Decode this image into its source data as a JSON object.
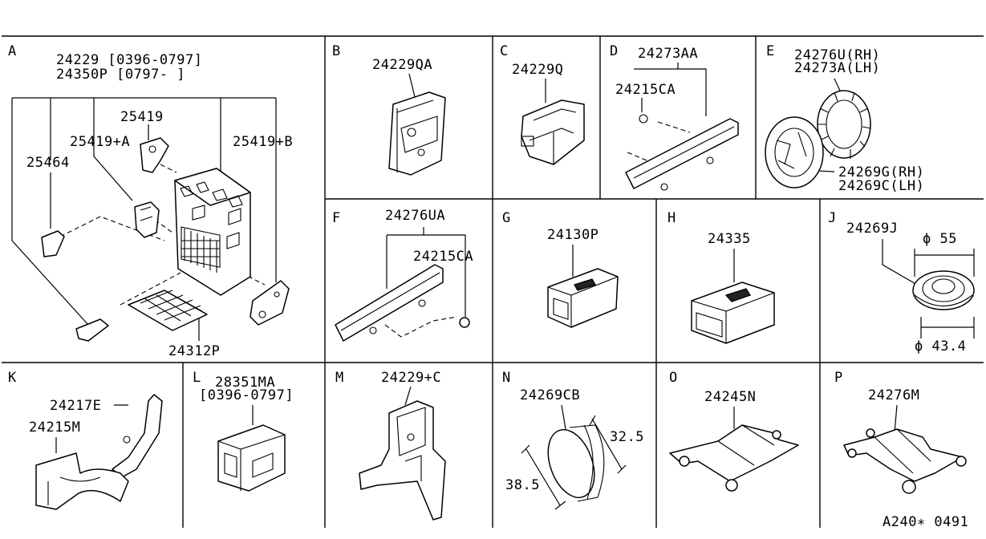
{
  "diagram_id": "A240∗ 0491",
  "sections": {
    "A": {
      "letter": "A",
      "labels": [
        "24229 [0396-0797]",
        "24350P [0797-     ]",
        "25419",
        "25419+A",
        "25419+B",
        "25464",
        "24312P"
      ]
    },
    "B": {
      "letter": "B",
      "labels": [
        "24229QA"
      ]
    },
    "C": {
      "letter": "C",
      "labels": [
        "24229Q"
      ]
    },
    "D": {
      "letter": "D",
      "labels": [
        "24273AA",
        "24215CA"
      ]
    },
    "E": {
      "letter": "E",
      "labels": [
        "24276U(RH)",
        "24273A(LH)",
        "24269G(RH)",
        "24269C(LH)"
      ]
    },
    "F": {
      "letter": "F",
      "labels": [
        "24276UA",
        "24215CA"
      ]
    },
    "G": {
      "letter": "G",
      "labels": [
        "24130P"
      ]
    },
    "H": {
      "letter": "H",
      "labels": [
        "24335"
      ]
    },
    "J": {
      "letter": "J",
      "labels": [
        "24269J",
        "ϕ 55",
        "ϕ 43.4"
      ]
    },
    "K": {
      "letter": "K",
      "labels": [
        "24217E",
        "24215M"
      ]
    },
    "L": {
      "letter": "L",
      "labels": [
        "28351MA",
        "[0396-0797]"
      ]
    },
    "M": {
      "letter": "M",
      "labels": [
        "24229+C"
      ]
    },
    "N": {
      "letter": "N",
      "labels": [
        "24269CB",
        "32.5",
        "38.5"
      ]
    },
    "O": {
      "letter": "O",
      "labels": [
        "24245N"
      ]
    },
    "P": {
      "letter": "P",
      "labels": [
        "24276M"
      ]
    }
  }
}
